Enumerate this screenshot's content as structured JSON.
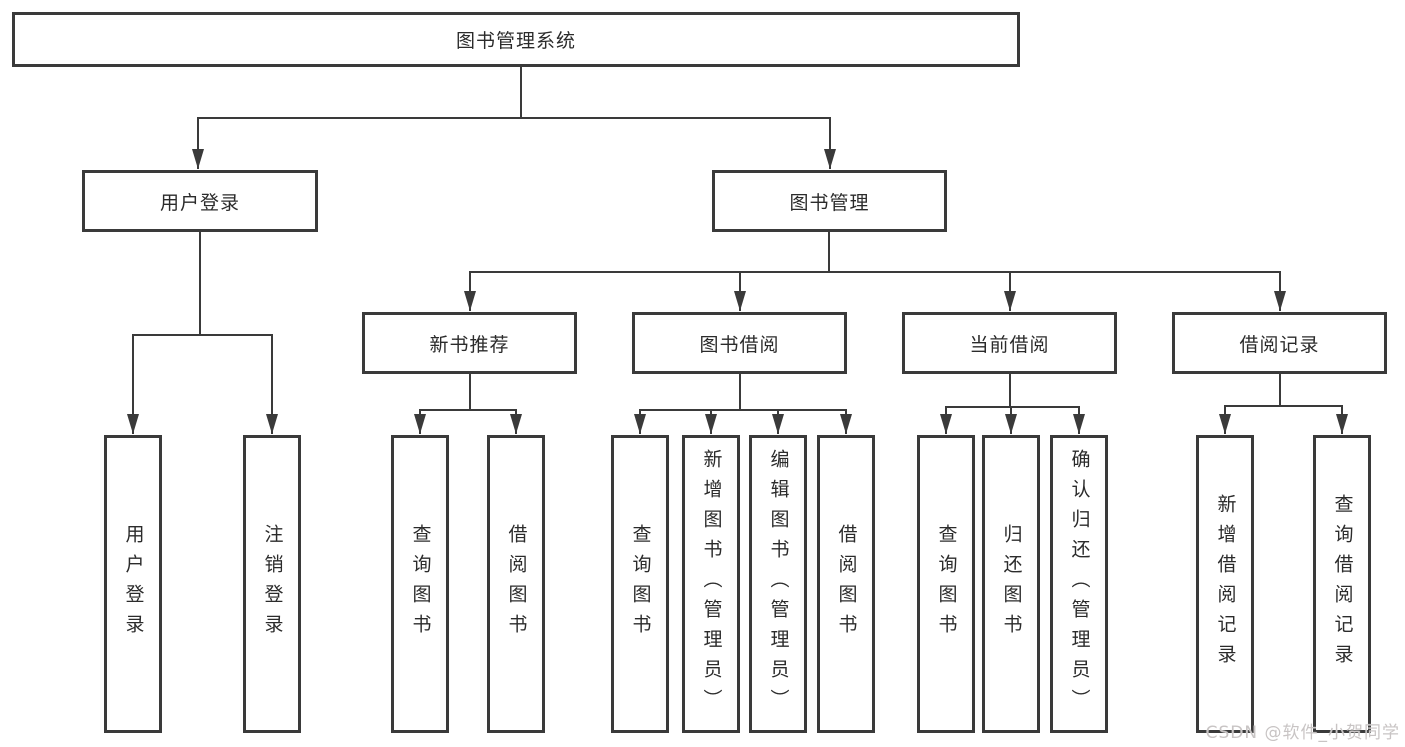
{
  "diagram": {
    "root": {
      "label": "图书管理系统"
    },
    "level2": [
      {
        "label": "用户登录"
      },
      {
        "label": "图书管理"
      }
    ],
    "level3": [
      {
        "label": "新书推荐"
      },
      {
        "label": "图书借阅"
      },
      {
        "label": "当前借阅"
      },
      {
        "label": "借阅记录"
      }
    ],
    "leaves": {
      "user_login": [
        "用户登录",
        "注销登录"
      ],
      "new_books": [
        "查询图书",
        "借阅图书"
      ],
      "borrowing": [
        "查询图书",
        "新增图书（管理员）",
        "编辑图书（管理员）",
        "借阅图书"
      ],
      "current": [
        "查询图书",
        "归还图书",
        "确认归还（管理员）"
      ],
      "records": [
        "新增借阅记录",
        "查询借阅记录"
      ]
    },
    "watermark": "CSDN @软件_小贺同学",
    "colors": {
      "line": "#3a3a3a",
      "box_border": "#3a3a3a",
      "text": "#2b2b2b",
      "watermark": "#c8c4c4",
      "background": "#ffffff"
    }
  }
}
